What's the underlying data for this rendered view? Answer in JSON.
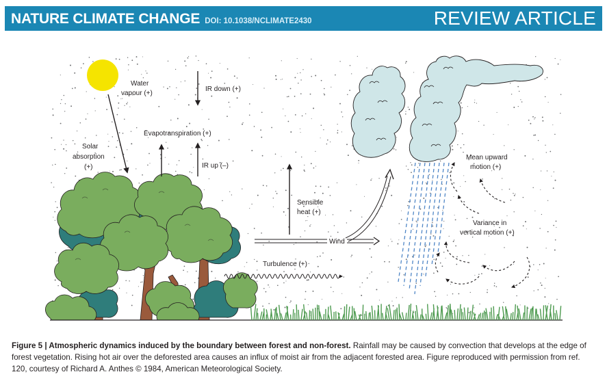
{
  "header": {
    "journal": "NATURE CLIMATE CHANGE",
    "doi": "DOI: 10.1038/NCLIMATE2430",
    "article_type": "REVIEW ARTICLE"
  },
  "figure": {
    "labels": {
      "water_vapour_1": "Water",
      "water_vapour_2": "vapour (+)",
      "ir_down": "IR down (+)",
      "evapotranspiration": "Evapotranspiration (+)",
      "ir_up": "IR up (–)",
      "solar_1": "Solar",
      "solar_2": "absorption",
      "solar_3": "(+)",
      "sensible_1": "Sensible",
      "sensible_2": "heat (+)",
      "wind": "Wind",
      "turbulence": "Turbulence (+)",
      "mean_upward_1": "Mean upward",
      "mean_upward_2": "motion (+)",
      "variance_1": "Variance in",
      "variance_2": "vertical motion (+)"
    },
    "colors": {
      "sun": "#f5e400",
      "cloud": "#cfe6e8",
      "tree_light": "#7aad5e",
      "tree_dark": "#2f7d7b",
      "trunk": "#9a5a3c",
      "grass": "#4d9a4f",
      "rain": "#4f86c6"
    }
  },
  "caption": {
    "label": "Figure 5 | Atmospheric dynamics induced by the boundary between forest and non-forest.",
    "text": " Rainfall may be caused by convection that develops at the edge of forest vegetation. Rising hot air over the deforested area causes an influx of moist air from the adjacent forested area. Figure reproduced with permission from ref. 120, courtesy of Richard A. Anthes © 1984, American Meteorological Society."
  }
}
